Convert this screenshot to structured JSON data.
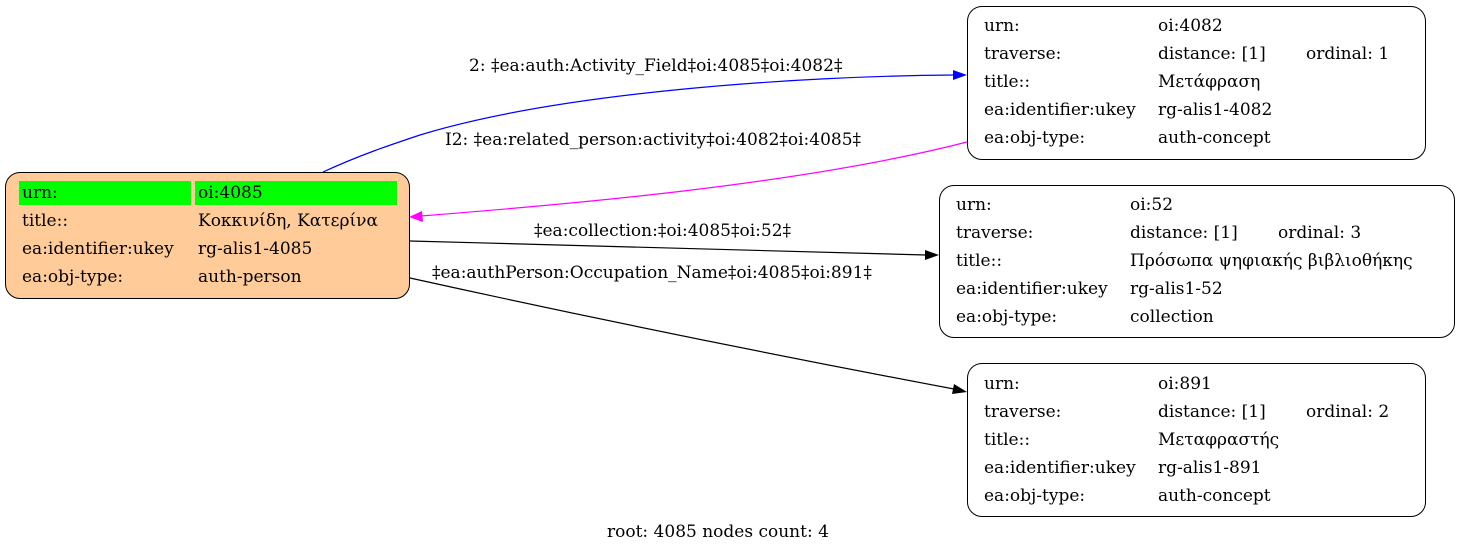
{
  "colors": {
    "root_fill": "#ffcc99",
    "highlight": "#00ff00",
    "edge_blue": "#0000ff",
    "edge_magenta": "#ff00ff",
    "edge_black": "#000000"
  },
  "nodes": {
    "root": {
      "urn_label": "urn:",
      "urn_value": "oi:4085",
      "title_label": "title::",
      "title_value": "Κοκκινίδη, Κατερίνα",
      "ukey_label": "ea:identifier:ukey",
      "ukey_value": "rg-alis1-4085",
      "type_label": "ea:obj-type:",
      "type_value": "auth-person"
    },
    "n4082": {
      "urn_label": "urn:",
      "urn_value": "oi:4082",
      "traverse_label": "traverse:",
      "distance": "distance: [1]",
      "ordinal": "ordinal: 1",
      "title_label": "title::",
      "title_value": "Μετάφραση",
      "ukey_label": "ea:identifier:ukey",
      "ukey_value": "rg-alis1-4082",
      "type_label": "ea:obj-type:",
      "type_value": "auth-concept"
    },
    "n52": {
      "urn_label": "urn:",
      "urn_value": "oi:52",
      "traverse_label": "traverse:",
      "distance": "distance: [1]",
      "ordinal": "ordinal: 3",
      "title_label": "title::",
      "title_value": "Πρόσωπα ψηφιακής βιβλιοθήκης",
      "ukey_label": "ea:identifier:ukey",
      "ukey_value": "rg-alis1-52",
      "type_label": "ea:obj-type:",
      "type_value": "collection"
    },
    "n891": {
      "urn_label": "urn:",
      "urn_value": "oi:891",
      "traverse_label": "traverse:",
      "distance": "distance: [1]",
      "ordinal": "ordinal: 2",
      "title_label": "title::",
      "title_value": "Μεταφραστής",
      "ukey_label": "ea:identifier:ukey",
      "ukey_value": "rg-alis1-891",
      "type_label": "ea:obj-type:",
      "type_value": "auth-concept"
    }
  },
  "edges": {
    "activity_field": "2: ‡ea:auth:Activity_Field‡oi:4085‡oi:4082‡",
    "related_person": "I2: ‡ea:related_person:activity‡oi:4082‡oi:4085‡",
    "collection": "‡ea:collection:‡oi:4085‡oi:52‡",
    "occupation": "‡ea:authPerson:Occupation_Name‡oi:4085‡oi:891‡"
  },
  "footer": "root: 4085 nodes count: 4"
}
